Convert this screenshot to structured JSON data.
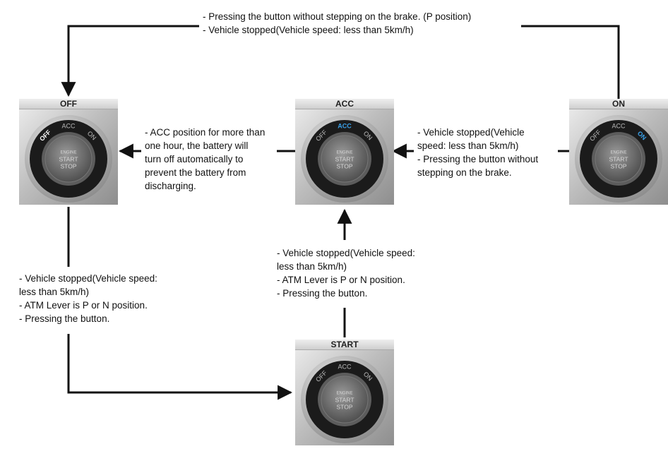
{
  "states": {
    "off": {
      "header": "OFF",
      "active": "off"
    },
    "acc": {
      "header": "ACC",
      "active": "acc"
    },
    "on": {
      "header": "ON",
      "active": "on"
    },
    "start": {
      "header": "START",
      "active": "none"
    }
  },
  "dial": {
    "ring_off": "OFF",
    "ring_acc": "ACC",
    "ring_on": "ON",
    "btn_line1": "ENGINE",
    "btn_line2": "START",
    "btn_line3": "STOP"
  },
  "transitions": {
    "on_to_off": [
      "- Pressing the button without stepping on the brake. (P position)",
      "- Vehicle stopped(Vehicle speed: less than 5km/h)"
    ],
    "acc_to_off": [
      "- ACC position for more than",
      " one hour, the battery will",
      "turn off automatically to",
      "prevent the battery from",
      "discharging."
    ],
    "on_to_acc": [
      "- Vehicle stopped(Vehicle",
      "speed: less than 5km/h)",
      "- Pressing the button without",
      "stepping on the brake."
    ],
    "start_to_acc": [
      "- Vehicle stopped(Vehicle speed:",
      " less than 5km/h)",
      "- ATM Lever is P or N position.",
      "- Pressing the button."
    ],
    "off_to_start": [
      "- Vehicle stopped(Vehicle speed:",
      "less than 5km/h)",
      "- ATM Lever is P or N position.",
      "- Pressing the button."
    ]
  },
  "colors": {
    "active_ring_text": "#3aa0e8",
    "ring_text": "#b9b9b9",
    "line": "#111111"
  }
}
